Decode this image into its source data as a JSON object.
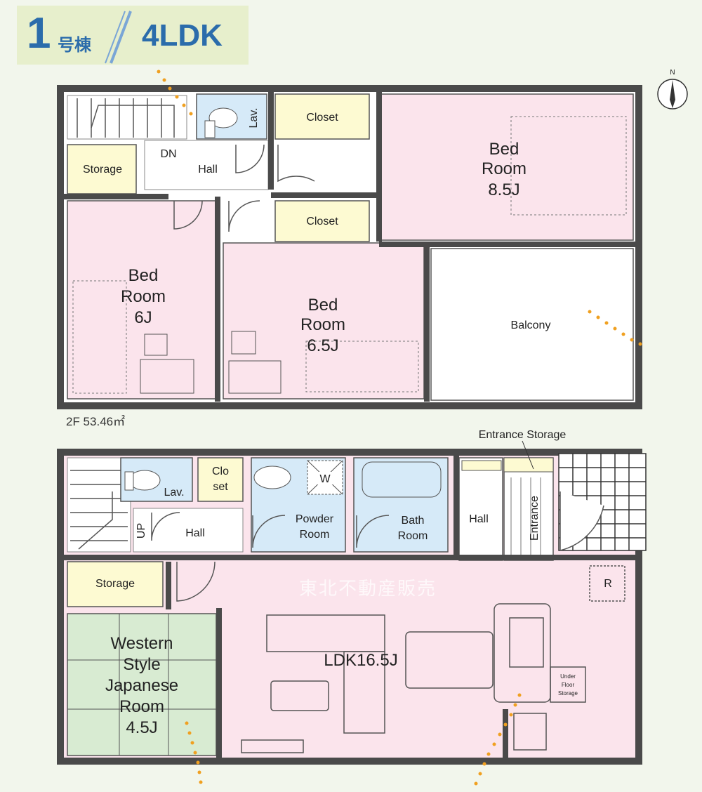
{
  "header": {
    "building_number": "1",
    "building_suffix": "号棟",
    "layout": "4LDK"
  },
  "compass": {
    "north_label": "N"
  },
  "floor2": {
    "area": "2F 53.46㎡",
    "rooms": {
      "lav": "Lav.",
      "closet_top": "Closet",
      "closet_mid": "Closet",
      "storage": "Storage",
      "dn": "DN",
      "hall": "Hall",
      "bedroom_85_l1": "Bed",
      "bedroom_85_l2": "Room",
      "bedroom_85_size": "8.5J",
      "bedroom_6_l1": "Bed",
      "bedroom_6_l2": "Room",
      "bedroom_6_size": "6J",
      "bedroom_65_l1": "Bed",
      "bedroom_65_l2": "Room",
      "bedroom_65_size": "6.5J",
      "balcony": "Balcony"
    }
  },
  "floor1": {
    "rooms": {
      "entrance_storage": "Entrance Storage",
      "lav": "Lav.",
      "closet_l1": "Clo",
      "closet_l2": "set",
      "washer": "W",
      "powder_l1": "Powder",
      "powder_l2": "Room",
      "bath_l1": "Bath",
      "bath_l2": "Room",
      "hall_right": "Hall",
      "entrance": "Entrance",
      "up": "UP",
      "hall_left": "Hall",
      "storage": "Storage",
      "fridge": "R",
      "western_l1": "Western",
      "western_l2": "Style",
      "western_l3": "Japanese",
      "western_l4": "Room",
      "western_size": "4.5J",
      "ldk": "LDK16.5J",
      "underfloor_l1": "Under",
      "underfloor_l2": "Floor",
      "underfloor_l3": "Storage"
    }
  },
  "watermark": "東北不動産販売",
  "colors": {
    "bedroom": "#fbe4ec",
    "wet_area": "#d6eaf8",
    "closet": "#fdfad2",
    "japanese_room": "#d8ebd2",
    "wall": "#4a4a4a",
    "accent": "#2b6cab",
    "dotted_path": "#f0a020"
  }
}
